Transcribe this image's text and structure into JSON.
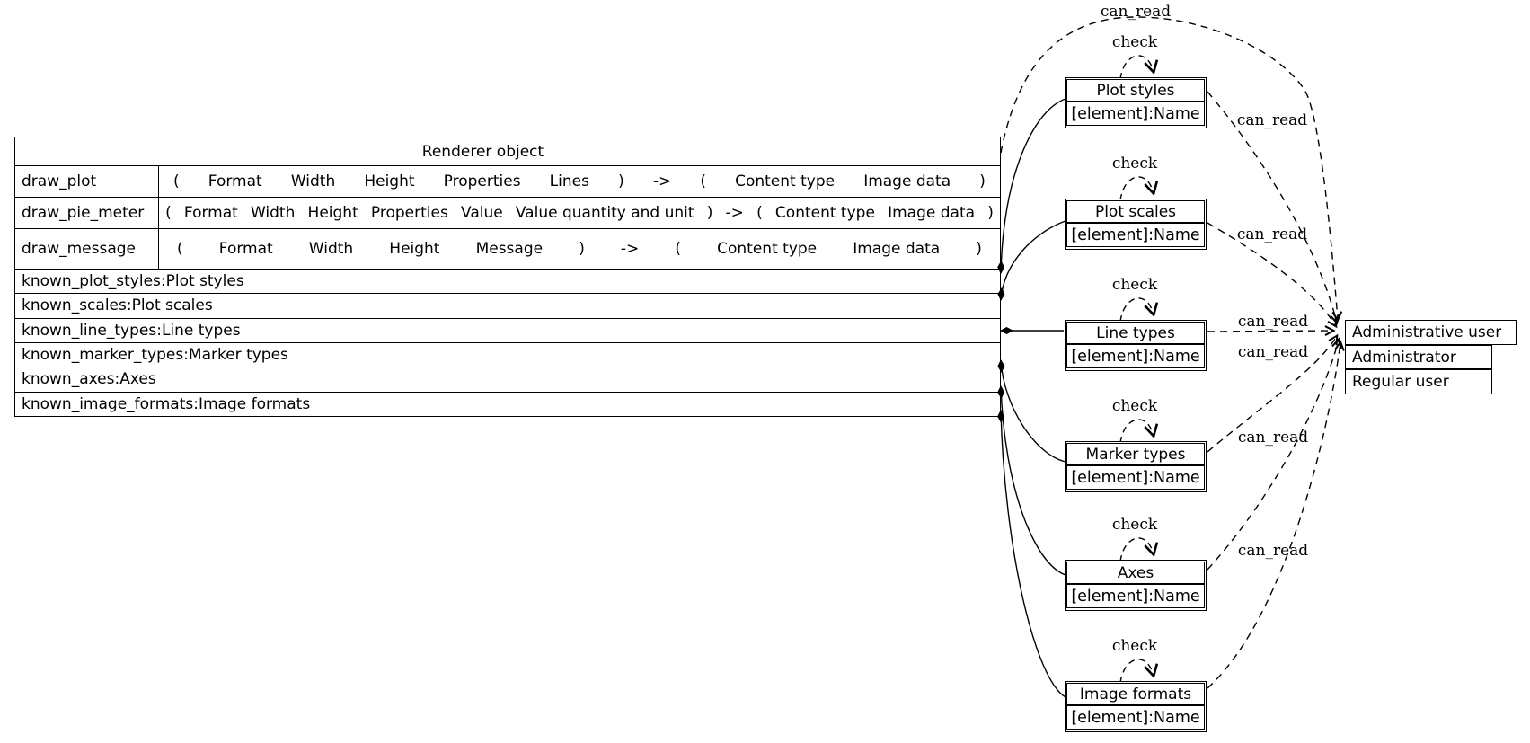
{
  "colors": {
    "ink": "#000000",
    "background": "#ffffff"
  },
  "renderer": {
    "title": "Renderer object",
    "methods": [
      {
        "name": "draw_plot",
        "signature": [
          "(",
          "Format",
          "Width",
          "Height",
          "Properties",
          "Lines",
          ")",
          "->",
          "(",
          "Content type",
          "Image data",
          ")"
        ]
      },
      {
        "name": "draw_pie_meter",
        "signature": [
          "(",
          "Format",
          "Width",
          "Height",
          "Properties",
          "Value",
          "Value quantity and unit",
          ")",
          "->",
          "(",
          "Content type",
          "Image data",
          ")"
        ]
      },
      {
        "name": "draw_message",
        "signature": [
          "(",
          "Format",
          "Width",
          "Height",
          "Message",
          ")",
          "->",
          "(",
          "Content type",
          "Image data",
          ")"
        ]
      }
    ],
    "attributes": [
      "known_plot_styles:Plot styles",
      "known_scales:Plot scales",
      "known_line_types:Line types",
      "known_marker_types:Marker types",
      "known_axes:Axes",
      "known_image_formats:Image formats"
    ]
  },
  "elements": [
    {
      "title": "Plot styles",
      "member": "[element]:Name"
    },
    {
      "title": "Plot scales",
      "member": "[element]:Name"
    },
    {
      "title": "Line types",
      "member": "[element]:Name"
    },
    {
      "title": "Marker types",
      "member": "[element]:Name"
    },
    {
      "title": "Axes",
      "member": "[element]:Name"
    },
    {
      "title": "Image formats",
      "member": "[element]:Name"
    }
  ],
  "users": {
    "title": "Administrative user",
    "rows": [
      "Administrator",
      "Regular user"
    ]
  },
  "edge_labels": {
    "check": "check",
    "can_read": "can_read"
  }
}
